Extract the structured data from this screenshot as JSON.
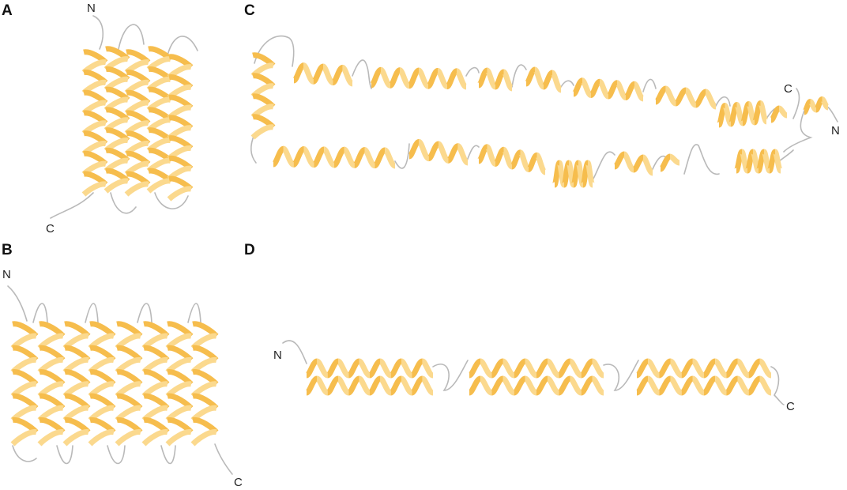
{
  "colors": {
    "helix": "#f6bd4d",
    "helix_back": "#fbd98e",
    "loop": "#b9b9b9"
  },
  "panels": {
    "A": {
      "letter": "A",
      "n_label": "N",
      "c_label": "C"
    },
    "B": {
      "letter": "B",
      "n_label": "N",
      "c_label": "C"
    },
    "C": {
      "letter": "C",
      "n_label": "N",
      "c_label": "C"
    },
    "D": {
      "letter": "D",
      "n_label": "N",
      "c_label": "C"
    }
  }
}
